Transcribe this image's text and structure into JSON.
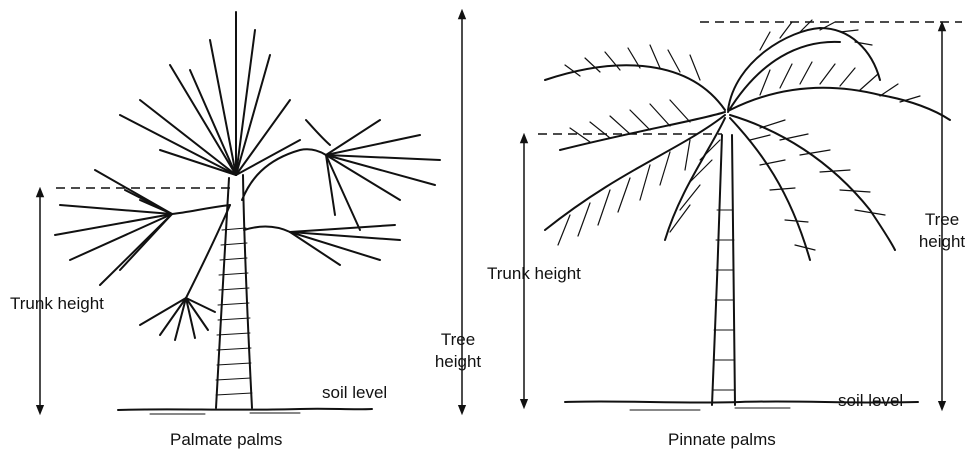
{
  "palmate": {
    "trunk_height_label": "Trunk height",
    "tree_height_label_1": "Tree",
    "tree_height_label_2": "height",
    "soil_label": "soil level",
    "caption": "Palmate palms"
  },
  "pinnate": {
    "trunk_height_label": "Trunk height",
    "tree_height_label_1": "Tree",
    "tree_height_label_2": "height",
    "soil_label": "soil level",
    "caption": "Pinnate palms"
  }
}
